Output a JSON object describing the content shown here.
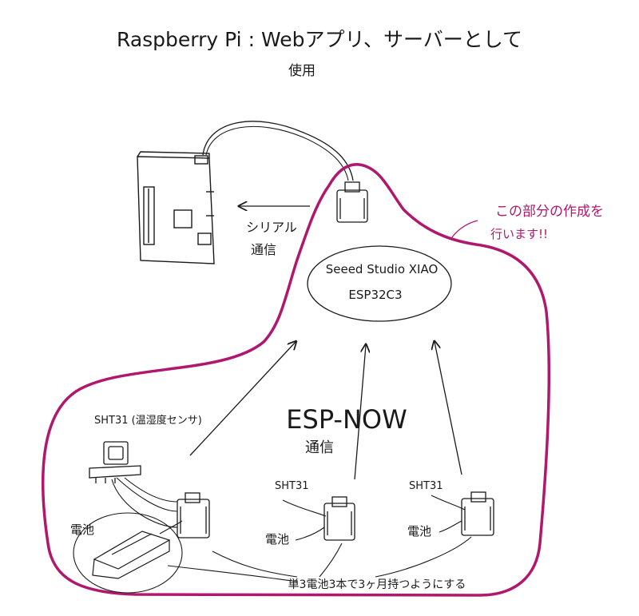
{
  "title": {
    "line1": "Raspberry Pi : Webアプリ、サーバーとして",
    "line2": "使用"
  },
  "serial": {
    "line1": "シリアル",
    "line2": "通信"
  },
  "xiao": {
    "line1": "Seeed Studio XIAO",
    "line2": "ESP32C3"
  },
  "note": {
    "line1": "この部分の作成を",
    "line2": "行います!!"
  },
  "espnow": {
    "line1": "ESP-NOW",
    "line2": "通信"
  },
  "labels": {
    "sht31_main": "SHT31 (温湿度センサ)",
    "sht31_mid": "SHT31",
    "sht31_right": "SHT31",
    "battery_left": "電池",
    "battery_mid": "電池",
    "battery_right": "電池",
    "battery_note": "単3電池3本で3ヶ月持つようにする"
  },
  "colors": {
    "ink": "#1a1a1a",
    "accent": "#b0186e"
  }
}
